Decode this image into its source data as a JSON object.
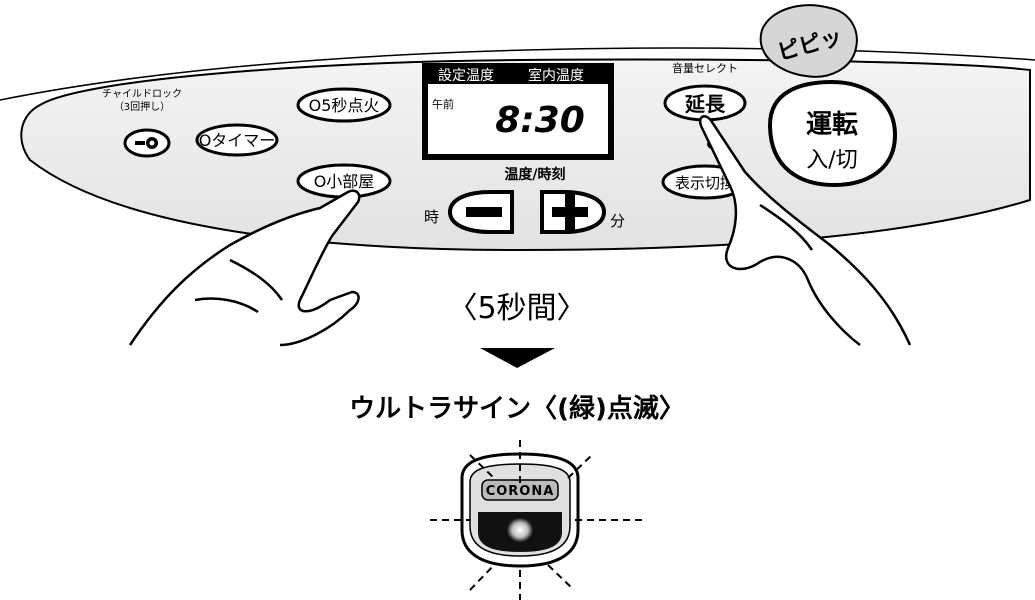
{
  "panel": {
    "child_lock_label": "チャイルドロック",
    "child_lock_sub": "（3回押し）",
    "timer_button": "Oタイマー",
    "five_sec_ignition_button": "O5秒点火",
    "small_room_button": "O小部屋",
    "display_header_set_temp": "設定温度",
    "display_header_room_temp": "室内温度",
    "display_am": "午前",
    "display_time": "8:30",
    "temp_time_label": "温度/時刻",
    "hour_label": "時",
    "minute_label": "分",
    "volume_select_label": "音量セレクト",
    "extend_button": "延長",
    "display_switch_button": "表示切換",
    "power_button_line1": "運転",
    "power_button_line2": "入/切",
    "beep_badge": "ピピッ"
  },
  "duration_label": "〈5秒間〉",
  "status_caption": "ウルトラサイン〈(緑)点滅〉",
  "indicator": {
    "brand": "CORONA"
  },
  "colors": {
    "panel_fill": "#ececec",
    "display_fill": "#ffffff",
    "display_header": "#111111",
    "ink": "#000000"
  }
}
